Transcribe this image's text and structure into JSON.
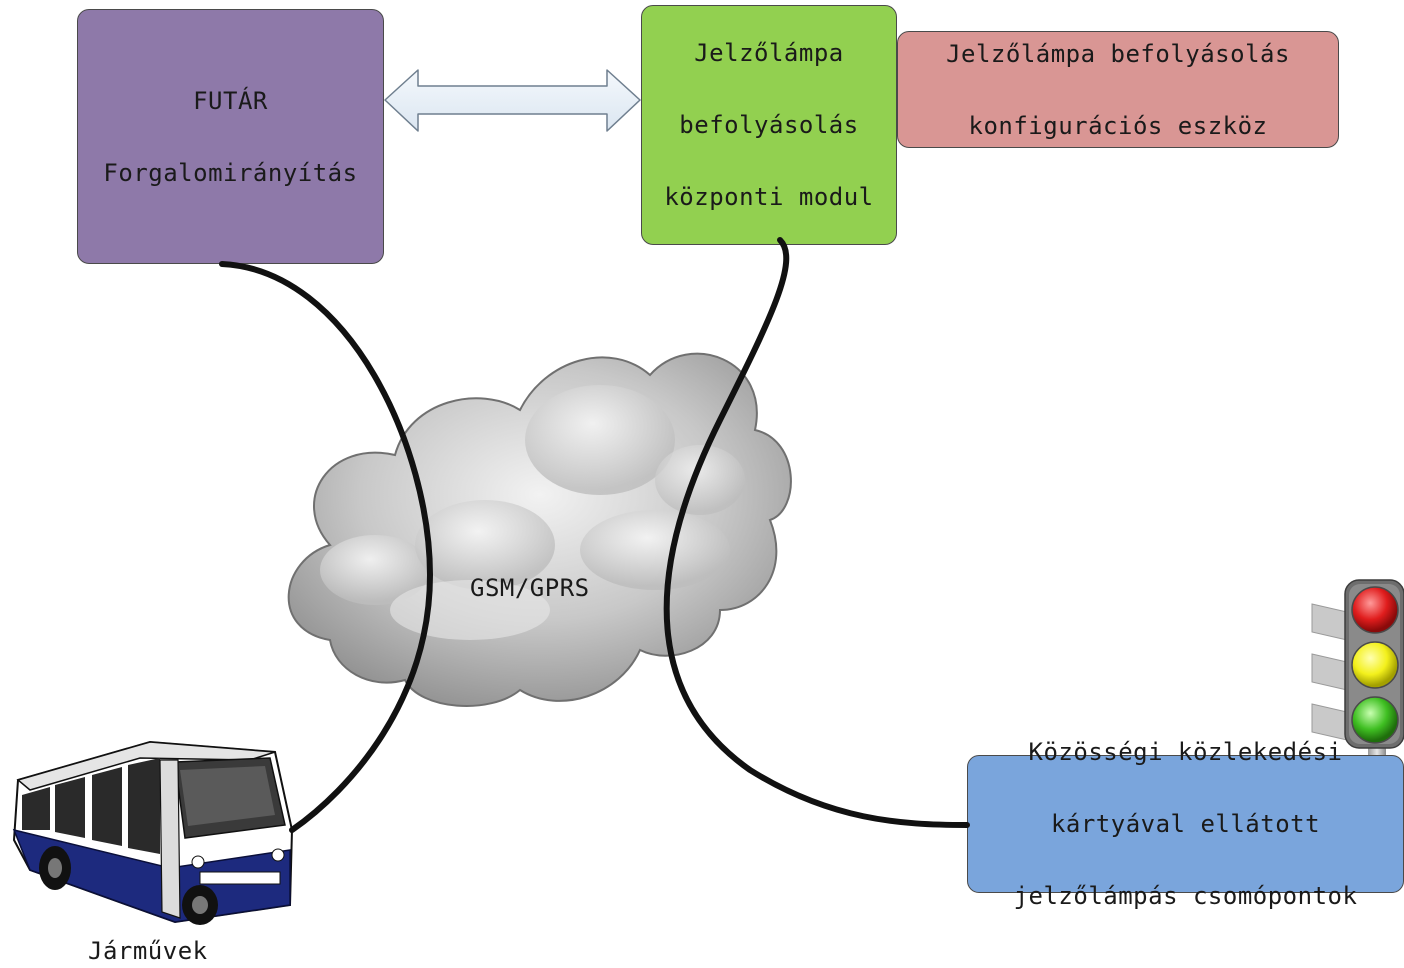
{
  "colors": {
    "futar_fill": "#8e79a9",
    "central_fill": "#92d050",
    "config_fill": "#d99694",
    "junction_fill": "#7aa5dc",
    "bus_blue": "#1d2a7e"
  },
  "boxes": {
    "futar": {
      "line1": "FUTÁR",
      "line2": "Forgalomirányítás"
    },
    "central": {
      "line1": "Jelzőlámpa",
      "line2": "befolyásolás",
      "line3": "központi modul"
    },
    "config": {
      "line1": "Jelzőlámpa befolyásolás",
      "line2": "konfigurációs eszköz"
    },
    "junction": {
      "line1": "Közösségi közlekedési",
      "line2": "kártyával ellátott",
      "line3": "jelzőlámpás csomópontok"
    }
  },
  "cloud": {
    "label": "GSM/GPRS"
  },
  "vehicles": {
    "label": "Járművek"
  },
  "icons": {
    "arrow": "double-arrow-icon",
    "cloud": "cloud-icon",
    "bus": "bus-icon",
    "traffic_light": "traffic-light-icon"
  }
}
